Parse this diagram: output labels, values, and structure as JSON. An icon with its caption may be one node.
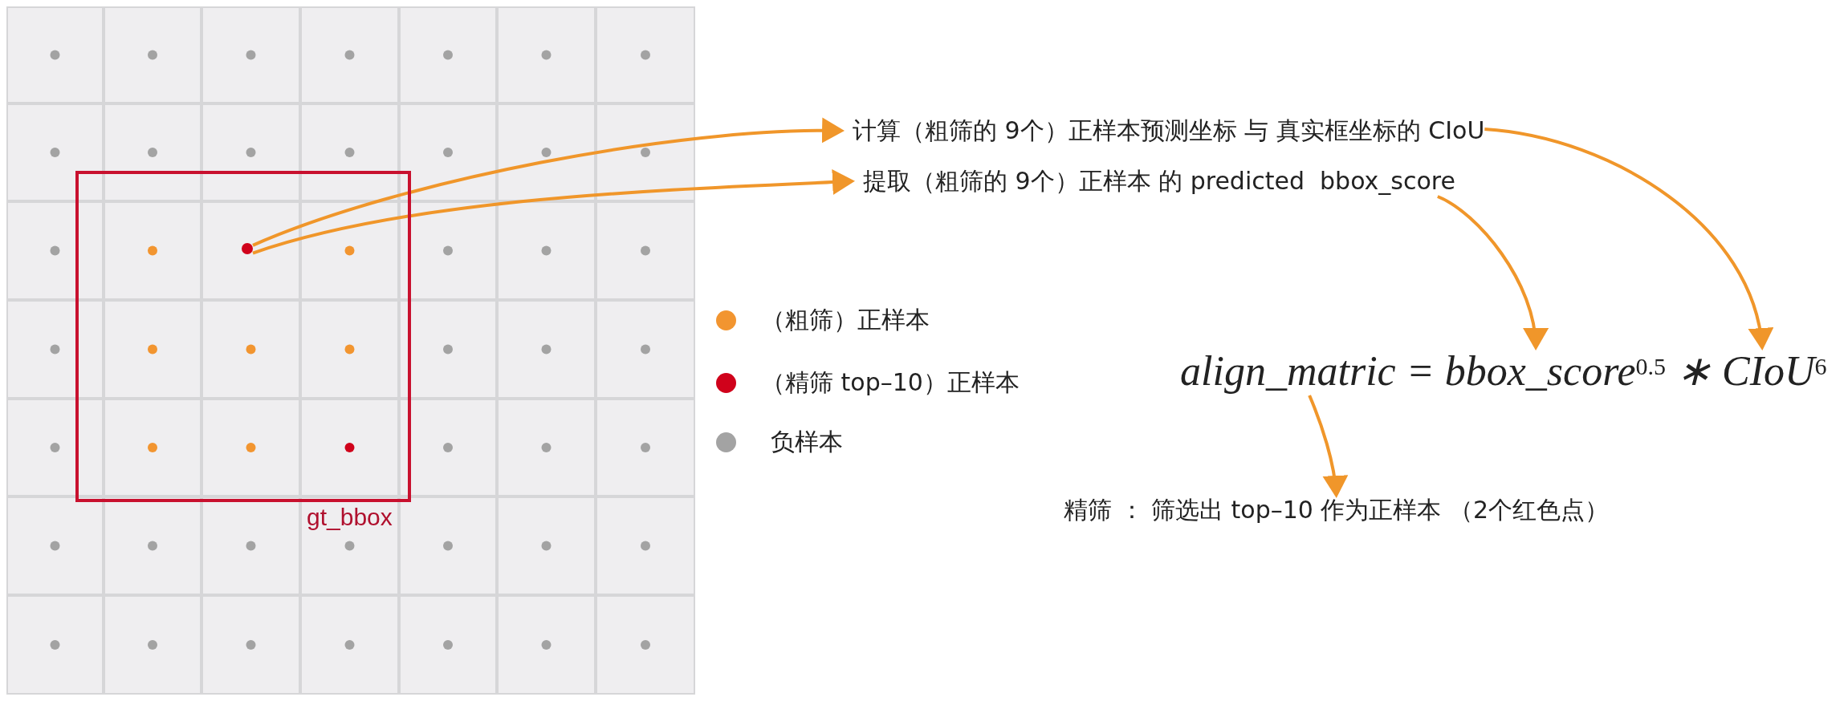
{
  "diagram": {
    "nodes": [
      {
        "text": [
          "gt_bbox"
        ]
      },
      {
        "text": [],
        "shape": "circle",
        "in": 0
      },
      {
        "text": [
          "计算（粗筛的 9个）正样本预测坐标 与 真实框坐标的 CIoU"
        ]
      },
      {
        "text": [
          "提取（粗筛的 9个）正样本 的 predicted  bbox_score"
        ]
      },
      {
        "text": [
          "align_matric = bbox_score$^{0.5}$ ∗ CIoU$^{6}$"
        ]
      },
      {
        "text": [
          "精筛 ： 筛选出 top–10 作为正样本 （2个红色点）"
        ]
      }
    ],
    "edges": [
      {
        "from": 1,
        "to": 2,
        "arrow": "to"
      },
      {
        "from": 1,
        "to": 3,
        "arrow": "to"
      },
      {
        "from": 2,
        "to": 4,
        "arrow": "to"
      },
      {
        "from": 3,
        "to": 4,
        "arrow": "to"
      },
      {
        "from": 4,
        "to": 5,
        "arrow": "to"
      }
    ],
    "legend": [
      {
        "text": "（粗筛）正样本",
        "color": "#f29530"
      },
      {
        "text": "（精筛 top–10）正样本",
        "color": "#d0021b"
      },
      {
        "text": "负样本",
        "color": "#a3a3a3"
      }
    ]
  }
}
